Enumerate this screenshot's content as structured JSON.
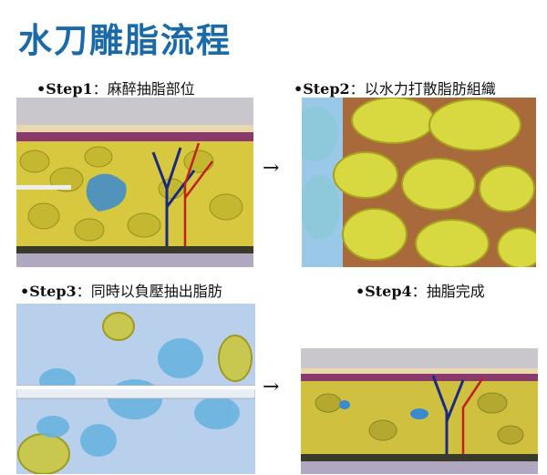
{
  "title": "水刀雕脂流程",
  "steps": [
    {
      "step": "•Step1",
      "sep": "：",
      "text": "麻醉抽脂部位"
    },
    {
      "step": "•Step2",
      "sep": "：",
      "text": "以水力打散脂肪組織"
    },
    {
      "step": "•Step3",
      "sep": "：",
      "text": "同時以負壓抽出脂肪"
    },
    {
      "step": "•Step4",
      "sep": "：",
      "text": "抽脂完成"
    }
  ],
  "arrow": "→",
  "colors": {
    "title": "#1a6aa8",
    "fat": "#d4d040",
    "skin": "#8a3a6a",
    "water": "#6ab4e0"
  }
}
